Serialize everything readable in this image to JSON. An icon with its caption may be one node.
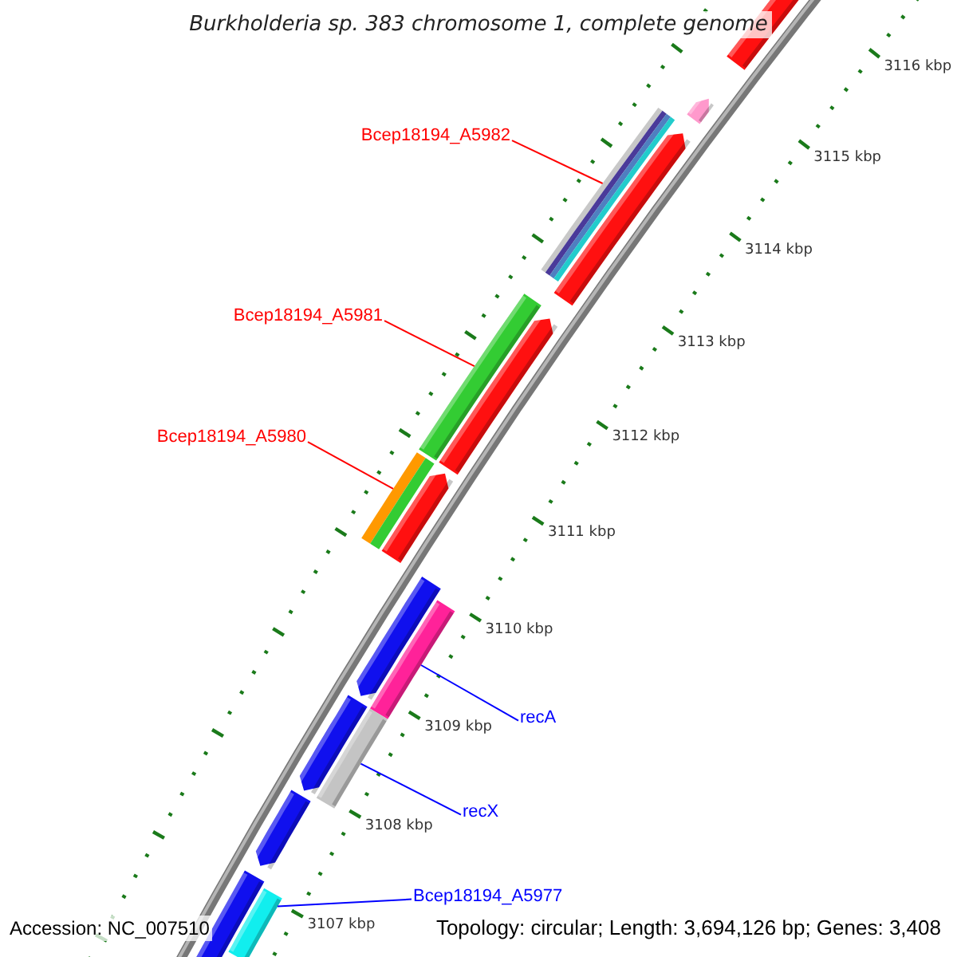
{
  "diagram": {
    "title": "Burkholderia sp. 383 chromosome 1, complete genome",
    "nodes": [
      {
        "text": [
          "Bcep18194_A5982"
        ]
      },
      {
        "text": [
          "Bcep18194_A5981"
        ]
      },
      {
        "text": [
          "Bcep18194_A5980"
        ]
      },
      {
        "text": [
          "recA"
        ]
      },
      {
        "text": [
          "recX"
        ]
      },
      {
        "text": [
          "Bcep18194_A5977"
        ]
      },
      {
        "text": [],
        "shape": "bar"
      },
      {
        "text": [],
        "shape": "bar"
      },
      {
        "text": [],
        "shape": "bar"
      },
      {
        "text": [],
        "shape": "bar"
      },
      {
        "text": [],
        "shape": "bar"
      },
      {
        "text": [],
        "shape": "bar"
      }
    ],
    "edges": [
      {
        "from": 0,
        "to": 6,
        "arrow": "none",
        "color": "#ff0000"
      },
      {
        "from": 1,
        "to": 7,
        "arrow": "none",
        "color": "#ff0000"
      },
      {
        "from": 2,
        "to": 8,
        "arrow": "none",
        "color": "#ff0000"
      },
      {
        "from": 3,
        "to": 9,
        "arrow": "none",
        "color": "#0000ff"
      },
      {
        "from": 4,
        "to": 10,
        "arrow": "none",
        "color": "#0000ff"
      },
      {
        "from": 5,
        "to": 11,
        "arrow": "none",
        "color": "#0000ff"
      }
    ],
    "labels": [
      "3116 kbp",
      "3115 kbp",
      "3114 kbp",
      "3113 kbp",
      "3112 kbp",
      "3111 kbp",
      "3110 kbp",
      "3109 kbp",
      "3108 kbp",
      "3107 kbp",
      "Accession: NC_007510",
      "Topology: circular; Length: 3,694,126 bp; Genes: 3,408"
    ]
  }
}
